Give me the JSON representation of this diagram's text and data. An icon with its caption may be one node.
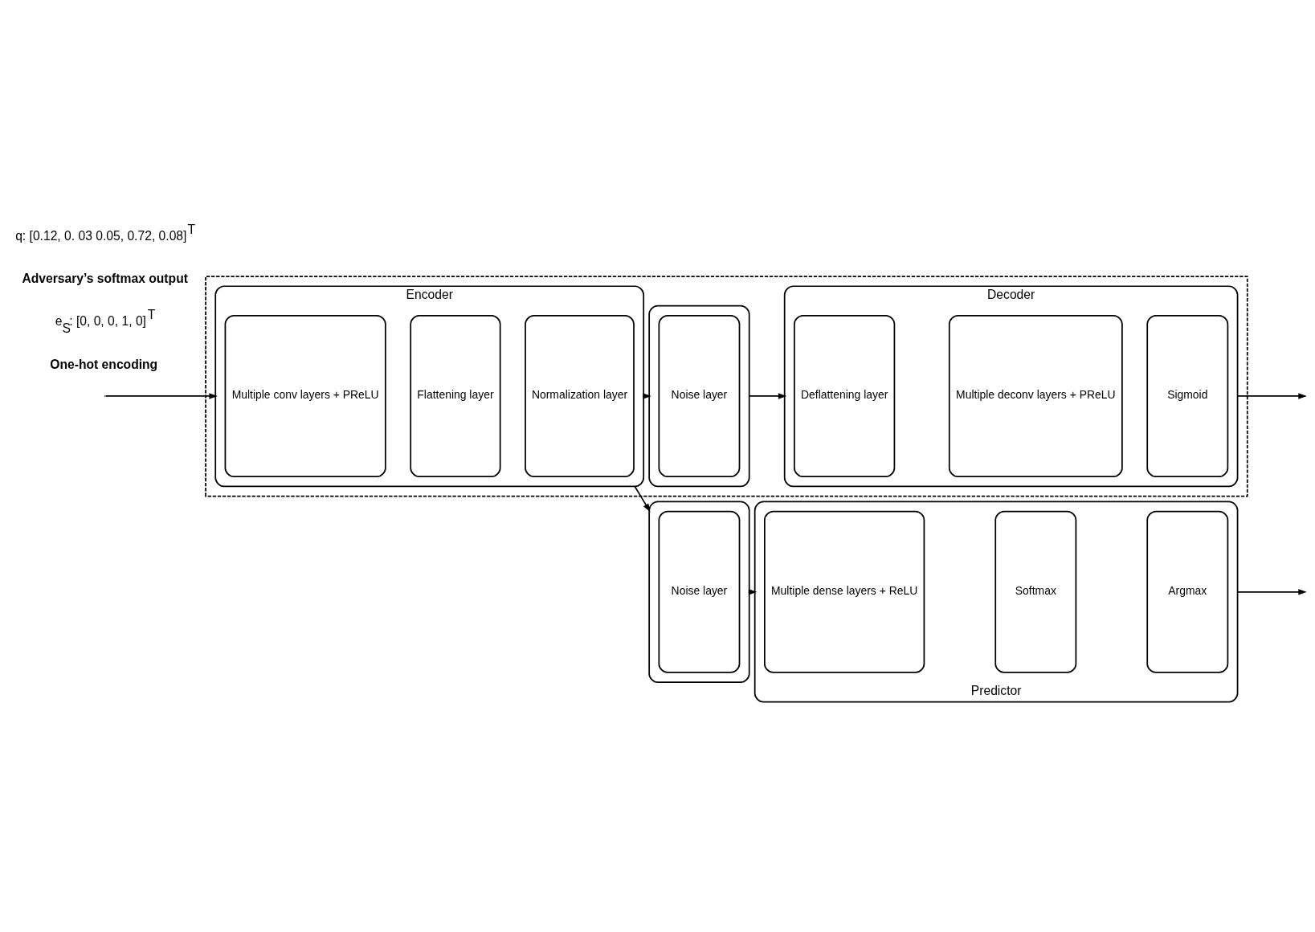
{
  "diagram": {
    "nodes": [
      {
        "text": [],
        "shape": "box"
      },
      {
        "text": [
          "Encoder"
        ],
        "in": 0
      },
      {
        "text": [
          "Multiple conv layers + PReLU"
        ],
        "in": 1
      },
      {
        "text": [
          "Flattening layer"
        ],
        "in": 1
      },
      {
        "text": [
          "Normalization layer"
        ],
        "in": 1
      },
      {
        "text": [],
        "shape": "box",
        "in": 0
      },
      {
        "text": [
          "Noise layer"
        ],
        "in": 5
      },
      {
        "text": [
          "Decoder"
        ],
        "in": 0
      },
      {
        "text": [
          "Deflattening layer"
        ],
        "in": 7
      },
      {
        "text": [
          "Multiple deconv layers + PReLU"
        ],
        "in": 7
      },
      {
        "text": [
          "Sigmoid"
        ],
        "in": 7
      },
      {
        "text": [],
        "shape": "box"
      },
      {
        "text": [
          "Noise layer"
        ],
        "in": 11
      },
      {
        "text": [
          "Predictor"
        ]
      },
      {
        "text": [
          "Multiple dense layers + ReLU"
        ],
        "in": 13
      },
      {
        "text": [
          "Softmax"
        ],
        "in": 13
      },
      {
        "text": [
          "Argmax"
        ],
        "in": 13
      }
    ],
    "edges": [
      {
        "from": null,
        "to": 1,
        "arrow": "to"
      },
      {
        "from": 1,
        "to": 5,
        "arrow": "to"
      },
      {
        "from": 1,
        "to": 11,
        "arrow": "to"
      },
      {
        "from": 5,
        "to": 7,
        "arrow": "to"
      },
      {
        "from": 7,
        "to": null,
        "arrow": "to"
      },
      {
        "from": 11,
        "to": 13,
        "arrow": "to"
      },
      {
        "from": 13,
        "to": null,
        "arrow": "to"
      }
    ],
    "labels": [
      "One-hot encoding",
      "e$_{S}$: [0, 0, 0, 1, 0]$^{T}$",
      "Adversary’s softmax output",
      "q: [0.12, 0. 03 0.05, 0.72, 0.08]$^{T}$"
    ]
  }
}
